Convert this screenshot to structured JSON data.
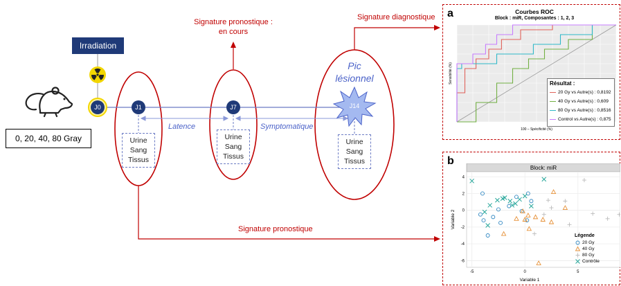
{
  "timeline": {
    "irradiation_label": "Irradiation",
    "dose_label": "0, 20, 40, 80 Gray",
    "nodes": [
      "J0",
      "J1",
      "J7",
      "J14"
    ],
    "latency_label": "Latence",
    "symptomatic_label": "Symptomatique",
    "peak_label_line1": "Pic",
    "peak_label_line2": "lésionnel",
    "samples": [
      "Urine",
      "Sang",
      "Tissus"
    ]
  },
  "annotations": {
    "sig_prono_current_line1": "Signature pronostique :",
    "sig_prono_current_line2": "en cours",
    "sig_diag": "Signature diagnostique",
    "sig_prono": "Signature pronostique"
  },
  "colors": {
    "red": "#c00000",
    "navy": "#1f3a78",
    "blue": "#4b62c8",
    "yellow": "#f2d600"
  },
  "panel_a": {
    "letter": "a",
    "title": "Courbes ROC",
    "subtitle": "Block : miR, Composantes : 1, 2, 3",
    "ylabel": "Sensibilité (%)",
    "xlabel": "100 – Spécificité (%)",
    "result_title": "Résultat :",
    "legend": [
      {
        "label": "20 Gy vs Autre(s) : 0,8192",
        "color": "#e0625a"
      },
      {
        "label": "40 Gy vs Autre(s) : 0,609",
        "color": "#72b043"
      },
      {
        "label": "80 Gy vs Autre(s) : 0,8516",
        "color": "#2eb8c8"
      },
      {
        "label": "Control vs Autre(s) : 0,875",
        "color": "#c77cff"
      }
    ]
  },
  "panel_b": {
    "letter": "b",
    "title": "Block: miR",
    "xlabel": "Variable 1",
    "ylabel": "Variable 2",
    "legend_title": "Légende",
    "legend": [
      "20 Gy",
      "40 Gy",
      "80 Gy",
      "Contrôle"
    ],
    "x_ticks": [
      "-5",
      "0",
      "5"
    ],
    "y_ticks": [
      "4",
      "2",
      "0",
      "-2",
      "-4",
      "-6"
    ]
  },
  "chart_data": [
    {
      "type": "line",
      "title": "Courbes ROC",
      "subtitle": "Block : miR, Composantes : 1, 2, 3",
      "xlabel": "100 – Spécificité (%)",
      "ylabel": "Sensibilité (%)",
      "xlim": [
        0,
        100
      ],
      "ylim": [
        0,
        100
      ],
      "series": [
        {
          "name": "20 Gy vs Autre(s) : 0,8192",
          "color": "#e0625a",
          "x": [
            0,
            0,
            5,
            5,
            12,
            12,
            20,
            20,
            28,
            28,
            40,
            40,
            60,
            60,
            100
          ],
          "y": [
            0,
            30,
            30,
            55,
            55,
            65,
            65,
            75,
            75,
            85,
            85,
            95,
            95,
            100,
            100
          ]
        },
        {
          "name": "40 Gy vs Autre(s) : 0,609",
          "color": "#72b043",
          "x": [
            0,
            12,
            12,
            25,
            25,
            35,
            35,
            45,
            45,
            55,
            55,
            70,
            70,
            85,
            85,
            100
          ],
          "y": [
            0,
            0,
            20,
            20,
            40,
            40,
            55,
            55,
            65,
            65,
            75,
            75,
            85,
            85,
            100,
            100
          ]
        },
        {
          "name": "80 Gy vs Autre(s) : 0,8516",
          "color": "#2eb8c8",
          "x": [
            0,
            0,
            3,
            3,
            25,
            25,
            48,
            48,
            65,
            65,
            85,
            85,
            100
          ],
          "y": [
            0,
            55,
            55,
            60,
            60,
            70,
            70,
            80,
            80,
            90,
            90,
            100,
            100
          ]
        },
        {
          "name": "Control vs Autre(s) : 0,875",
          "color": "#c77cff",
          "x": [
            0,
            0,
            10,
            10,
            18,
            18,
            25,
            25,
            35,
            35,
            100
          ],
          "y": [
            0,
            60,
            60,
            70,
            70,
            80,
            80,
            90,
            90,
            100,
            100
          ]
        }
      ]
    },
    {
      "type": "scatter",
      "title": "Block: miR",
      "xlabel": "Variable 1",
      "ylabel": "Variable 2",
      "xlim": [
        -5.5,
        9
      ],
      "ylim": [
        -6.8,
        4.6
      ],
      "series": [
        {
          "name": "20 Gy",
          "marker": "circle",
          "color": "#2e86c1",
          "points": [
            [
              -4,
              2
            ],
            [
              -4.2,
              -0.5
            ],
            [
              -3.9,
              -1.2
            ],
            [
              -3.5,
              -3
            ],
            [
              -3,
              -0.8
            ],
            [
              -2.3,
              -1.5
            ],
            [
              -1.5,
              0.5
            ],
            [
              -0.8,
              1.6
            ],
            [
              0.3,
              2
            ],
            [
              0.6,
              1.1
            ],
            [
              -0.3,
              -0.1
            ],
            [
              0.2,
              -1.2
            ],
            [
              -2.5,
              0.1
            ]
          ]
        },
        {
          "name": "40 Gy",
          "marker": "triangle",
          "color": "#e69138",
          "points": [
            [
              -2,
              -2.8
            ],
            [
              -0.8,
              -1
            ],
            [
              0,
              -1.1
            ],
            [
              0.3,
              -0.6
            ],
            [
              1,
              -0.8
            ],
            [
              1.7,
              -1.1
            ],
            [
              2.7,
              2.2
            ],
            [
              3.8,
              0.3
            ],
            [
              2.5,
              -1.4
            ],
            [
              0.4,
              -2.2
            ],
            [
              1.3,
              -6.3
            ],
            [
              -0.2,
              -0.1
            ]
          ]
        },
        {
          "name": "80 Gy",
          "marker": "plus",
          "color": "#bbbbbb",
          "points": [
            [
              2.2,
              1.2
            ],
            [
              3.8,
              1.1
            ],
            [
              4.2,
              -1.7
            ],
            [
              5.6,
              3.6
            ],
            [
              6.4,
              -0.4
            ],
            [
              7.8,
              -1
            ],
            [
              8.9,
              -0.5
            ],
            [
              1.8,
              -0.5
            ],
            [
              0.9,
              -2.8
            ],
            [
              2.5,
              0.3
            ]
          ]
        },
        {
          "name": "Contrôle",
          "marker": "x",
          "color": "#26a69a",
          "points": [
            [
              -5,
              3.5
            ],
            [
              -3.5,
              -1.8
            ],
            [
              -3.3,
              0.6
            ],
            [
              -2.6,
              1.2
            ],
            [
              -2.1,
              1.4
            ],
            [
              -1.4,
              1.1
            ],
            [
              -0.9,
              0.8
            ],
            [
              -0.5,
              1.3
            ],
            [
              0,
              1.7
            ],
            [
              0.6,
              0.5
            ],
            [
              1.8,
              3.7
            ],
            [
              -1.9,
              1.5
            ],
            [
              -1.2,
              0.6
            ],
            [
              -3.8,
              -0.2
            ]
          ]
        }
      ]
    }
  ]
}
